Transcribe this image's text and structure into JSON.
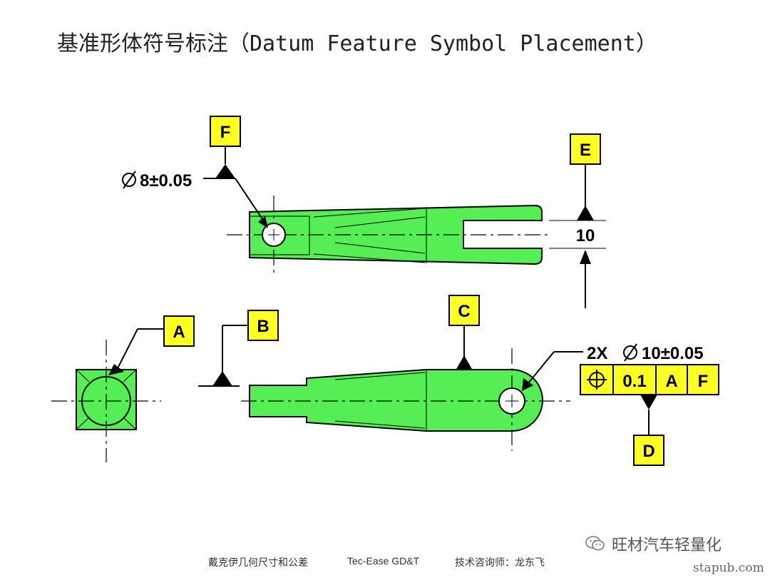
{
  "title": "基准形体符号标注（Datum Feature Symbol Placement）",
  "datums": {
    "a": "A",
    "b": "B",
    "c": "C",
    "d": "D",
    "e": "E",
    "f": "F"
  },
  "dimensions": {
    "top_hole_diameter": "8±0.05",
    "slot_width": "10",
    "hole_count": "2X",
    "bottom_hole_diameter": "10±0.05"
  },
  "feature_control_frame": {
    "symbol": "position-symbol",
    "tolerance": "0.1",
    "datum_primary": "A",
    "datum_secondary": "F"
  },
  "footer": {
    "left": "戴克伊几何尺寸和公差",
    "center": "Tec-Ease GD&T",
    "right": "技术咨询师：龙东飞"
  },
  "watermark": {
    "wechat": "旺材汽车轻量化",
    "site": "stapub.com"
  },
  "colors": {
    "part_fill": "#55ee55",
    "datum_box": "#ffff22",
    "outline": "#000000"
  }
}
